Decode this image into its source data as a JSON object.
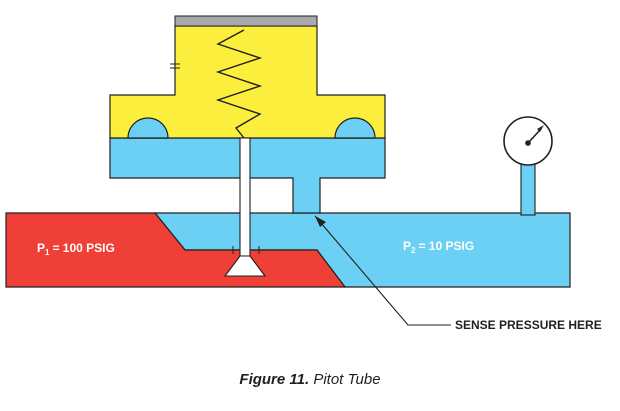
{
  "diagram": {
    "p1_label": "P",
    "p1_subscript": "1",
    "p1_value": "= 100 PSIG",
    "p2_label": "P",
    "p2_subscript": "2",
    "p2_value": "= 10 PSIG",
    "sense_label": "SENSE PRESSURE HERE"
  },
  "caption": {
    "figure_number": "Figure 11.",
    "title": "Pitot Tube"
  },
  "colors": {
    "upstream_red": "#ee4036",
    "downstream_blue": "#6cd0f4",
    "actuator_yellow": "#fbee3c",
    "cap_gray": "#a7a9ac",
    "outline": "#231f20"
  }
}
